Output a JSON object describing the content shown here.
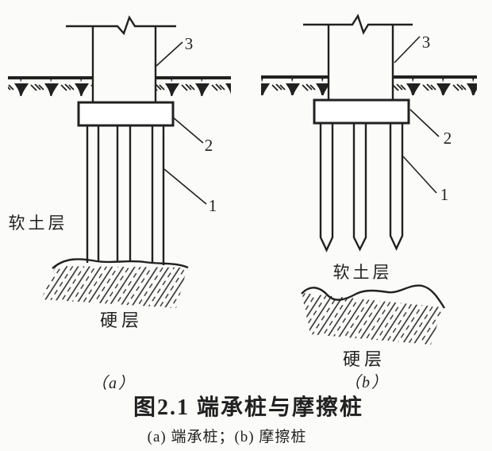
{
  "figure": {
    "background": "#fbfbf9",
    "ink": "#212121",
    "caption": {
      "title": "图2.1 端承桩与摩擦桩",
      "subtitle": "(a) 端承桩；(b) 摩擦桩"
    },
    "diagram_a": {
      "subfig_label": "（a）",
      "soft_layer_label": "软土层",
      "hard_layer_label": "硬层",
      "callouts": {
        "pile": "1",
        "cap": "2",
        "column": "3"
      }
    },
    "diagram_b": {
      "subfig_label": "（b）",
      "soft_layer_label": "软土层",
      "hard_layer_label": "硬层",
      "callouts": {
        "pile": "1",
        "cap": "2",
        "column": "3"
      }
    }
  }
}
